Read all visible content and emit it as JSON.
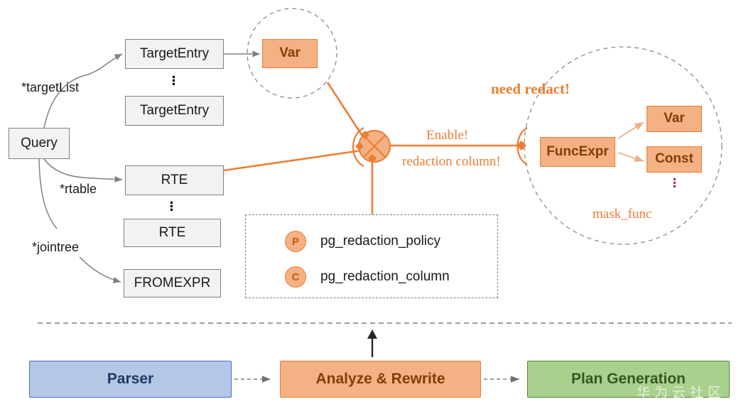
{
  "diagram": {
    "title": "PostgreSQL query redaction flow",
    "colors": {
      "orange_fill": "#f4b183",
      "orange_stroke": "#ed7d31",
      "orange_text": "#843c0c",
      "grey_fill": "#f2f2f2",
      "grey_stroke": "#808080",
      "blue_fill": "#b4c7e7",
      "blue_stroke": "#4472c4",
      "blue_text": "#1f3864",
      "green_fill": "#a9d18e",
      "green_stroke": "#548235",
      "green_text": "#375623",
      "dots_purple": "#9e3d6e"
    }
  },
  "parse_tree": {
    "root": {
      "label": "Query"
    },
    "edges": [
      {
        "label": "*targetList"
      },
      {
        "label": "*rtable"
      },
      {
        "label": "*jointree"
      }
    ],
    "target_entries": [
      {
        "label": "TargetEntry"
      },
      {
        "label": "TargetEntry"
      }
    ],
    "rtables": [
      {
        "label": "RTE"
      },
      {
        "label": "RTE"
      }
    ],
    "fromexpr": {
      "label": "FROMEXPR"
    },
    "ellipsis": "⋮"
  },
  "var_bubble": {
    "node": {
      "label": "Var"
    }
  },
  "junction": {
    "enable_label": "Enable!",
    "column_label": "redaction column!"
  },
  "mask_bubble": {
    "callout": "need redact!",
    "caption": "mask_func",
    "nodes": [
      {
        "label": "FuncExpr"
      },
      {
        "label": "Var"
      },
      {
        "label": "Const"
      }
    ],
    "ellipsis": "⋮"
  },
  "catalog_legend": {
    "rows": [
      {
        "badge": "P",
        "label": "pg_redaction_policy"
      },
      {
        "badge": "C",
        "label": "pg_redaction_column"
      }
    ]
  },
  "pipeline": {
    "stages": [
      {
        "id": "parser",
        "label": "Parser"
      },
      {
        "id": "analyze",
        "label": "Analyze & Rewrite"
      },
      {
        "id": "plan",
        "label": "Plan Generation"
      }
    ]
  },
  "watermark": {
    "text": "华为云社区"
  }
}
